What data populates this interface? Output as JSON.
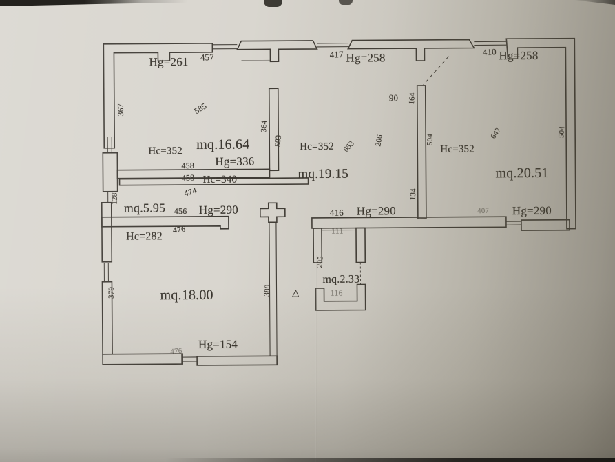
{
  "page": {
    "title": "Scanned floor plan"
  },
  "plan": {
    "top": {
      "hg_left": "Hg=261",
      "dim_457": "457",
      "dim_417": "417",
      "hg_mid": "Hg=258",
      "dim_410": "410",
      "hg_right": "Hg=258"
    },
    "room_16_64": {
      "area": "mq.16.64",
      "hc": "Hc=352",
      "hg": "Hg=336",
      "hc_340": "Hc=340",
      "dim_367": "367",
      "dim_585": "585",
      "dim_364": "364",
      "dim_503": "503",
      "dim_458_top": "458",
      "dim_458_bottom": "458",
      "dim_474": "474"
    },
    "room_5_95": {
      "area": "mq.5.95",
      "dim_128": "128",
      "dim_456": "456",
      "hg": "Hg=290",
      "dim_476": "476",
      "hc": "Hc=282"
    },
    "room_19_15": {
      "area": "mq.19.15",
      "hc": "Hc=352",
      "dim_90": "90",
      "dim_164": "164",
      "dim_206": "206",
      "dim_653": "653",
      "dim_134": "134",
      "dim_504": "504",
      "dim_416": "416",
      "hg": "Hg=290"
    },
    "room_20_51": {
      "area": "mq.20.51",
      "hc": "Hc=352",
      "dim_647": "647",
      "dim_504": "504",
      "dim_407": "407",
      "hg": "Hg=290"
    },
    "room_2_33": {
      "area": "mq.2.33",
      "dim_205": "205",
      "dim_111": "111",
      "dim_116": "116"
    },
    "room_18_00": {
      "area": "mq.18.00",
      "dim_379": "379",
      "dim_380": "380",
      "hg": "Hg=154",
      "dim_476": "476"
    }
  }
}
